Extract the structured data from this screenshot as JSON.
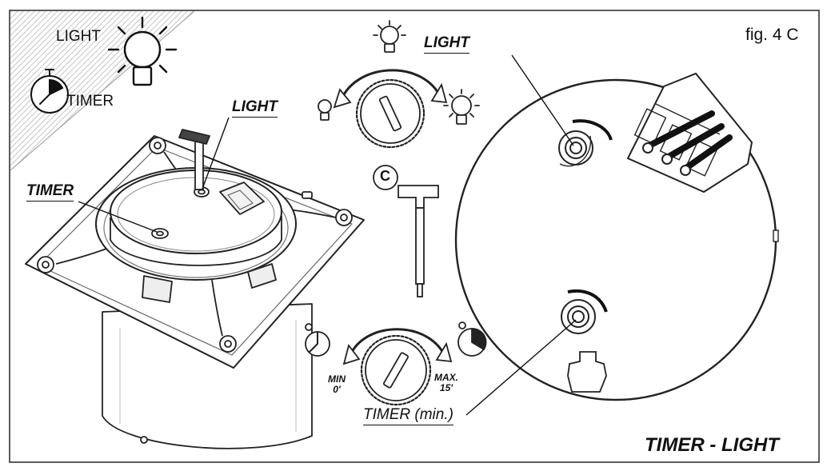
{
  "figure": {
    "fig_label": "fig. 4 C",
    "bottom_title": "TIMER - LIGHT"
  },
  "legend": {
    "light": "LIGHT",
    "timer": "TIMER"
  },
  "callouts": {
    "fan_light": "LIGHT",
    "fan_timer": "TIMER",
    "board_light": "LIGHT",
    "board_timer": "TIMER (min.)",
    "tool_letter": "C"
  },
  "timer_dial": {
    "min_label": "MIN",
    "min_value": "0'",
    "max_label": "MAX.",
    "max_value": "15'"
  },
  "colors": {
    "line": "#222222",
    "corner_hatch": "#d0d0d0"
  }
}
